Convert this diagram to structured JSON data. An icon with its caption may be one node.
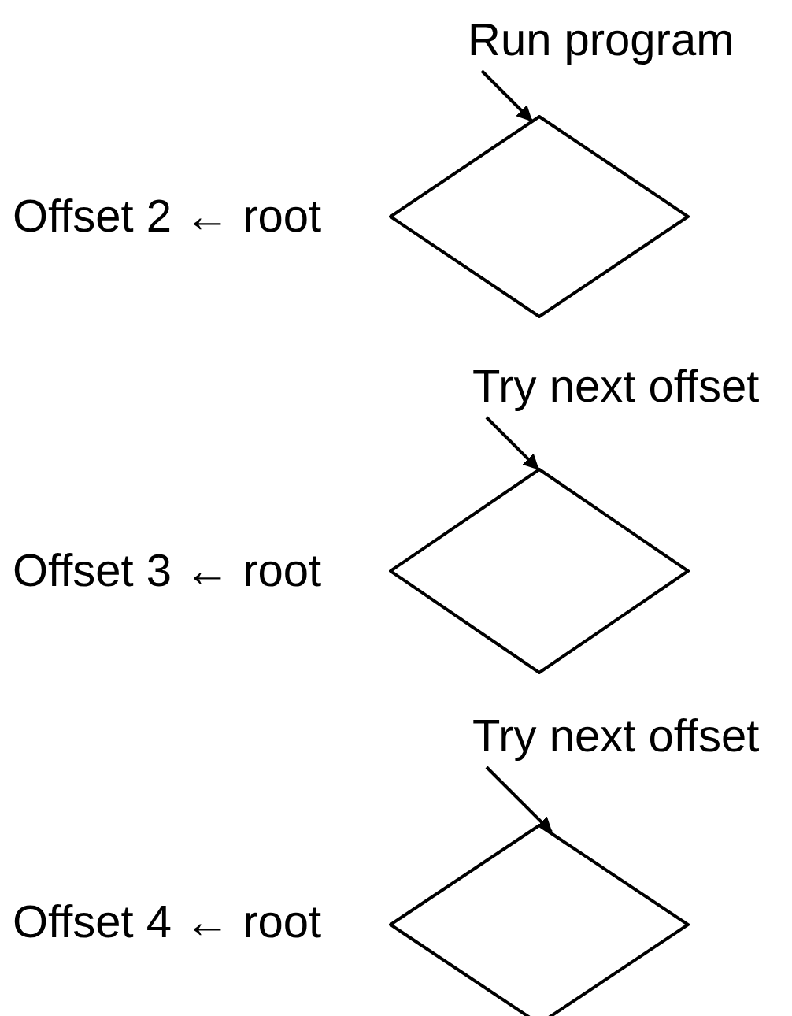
{
  "diagram": {
    "nodes": [
      {
        "text": [
          "Run program"
        ]
      },
      {
        "text": [],
        "shape": "diamond",
        "beside": [
          "Offset 2 ← root"
        ]
      },
      {
        "text": [
          "Try next offset"
        ]
      },
      {
        "text": [],
        "shape": "diamond",
        "beside": [
          "Offset 3 ← root"
        ]
      },
      {
        "text": [
          "Try next offset"
        ]
      },
      {
        "text": [],
        "shape": "diamond",
        "beside": [
          "Offset 4 ← root"
        ]
      }
    ],
    "edges": [
      {
        "from": 0,
        "to": 1,
        "arrow": "to"
      },
      {
        "from": 2,
        "to": 3,
        "arrow": "to"
      },
      {
        "from": 4,
        "to": 5,
        "arrow": "to"
      }
    ]
  }
}
